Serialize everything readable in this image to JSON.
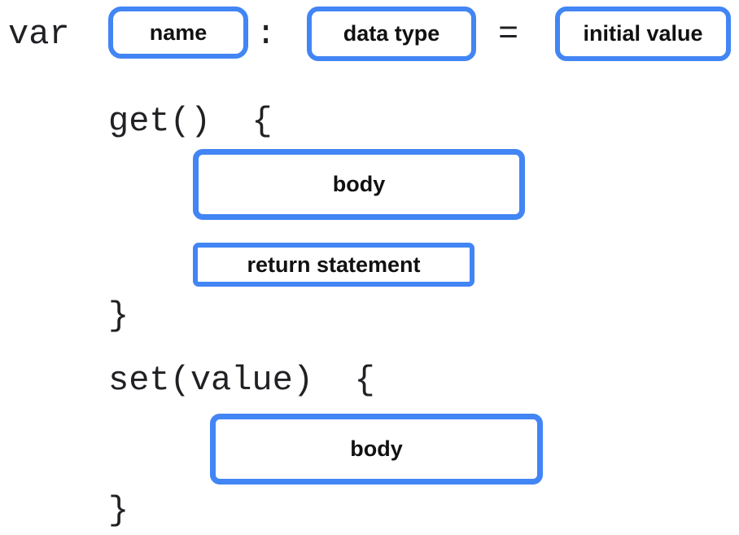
{
  "colors": {
    "accent_blue": "#4285F4",
    "code_text": "#202124",
    "label_text": "#111111",
    "background": "#ffffff"
  },
  "diagram": {
    "declaration": {
      "keyword": "var",
      "name_placeholder": "name",
      "colon": ":",
      "datatype_placeholder": "data type",
      "equals": "=",
      "initial_value_placeholder": "initial value"
    },
    "getter": {
      "signature": "get()  {",
      "body_placeholder": "body",
      "return_placeholder": "return statement",
      "closing_brace": "}"
    },
    "setter": {
      "signature": "set(value)  {",
      "body_placeholder": "body",
      "closing_brace": "}"
    }
  }
}
